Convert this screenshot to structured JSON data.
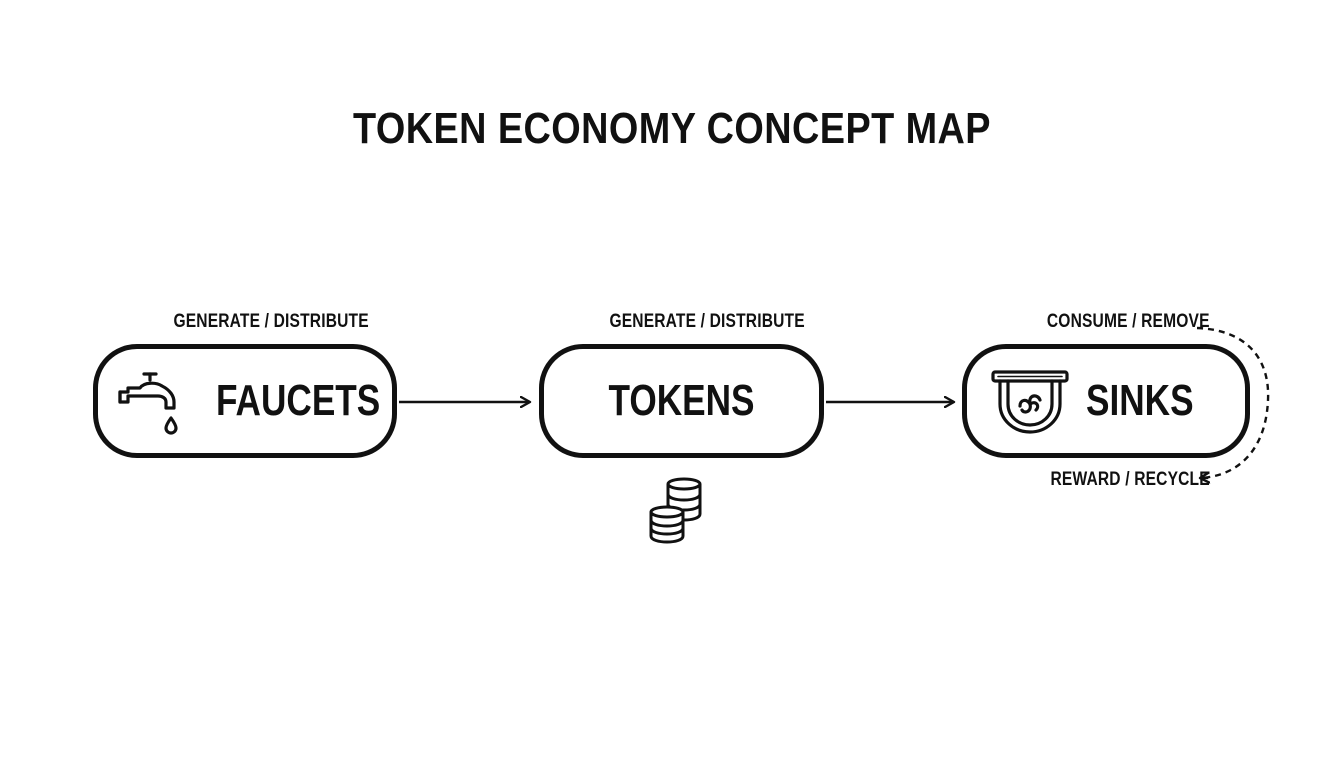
{
  "title": "TOKEN ECONOMY CONCEPT MAP",
  "nodes": {
    "faucets": {
      "label": "FAUCETS",
      "icon": "faucet-icon",
      "edge_label": "GENERATE / DISTRIBUTE"
    },
    "tokens": {
      "label": "TOKENS",
      "icon": "coin-stack-icon",
      "edge_label": "GENERATE / DISTRIBUTE"
    },
    "sinks": {
      "label": "SINKS",
      "icon": "drain-sink-icon",
      "edge_label": "CONSUME / REMOVE",
      "loop_label": "REWARD / RECYCLE"
    }
  },
  "colors": {
    "stroke": "#111111",
    "background": "#ffffff"
  }
}
